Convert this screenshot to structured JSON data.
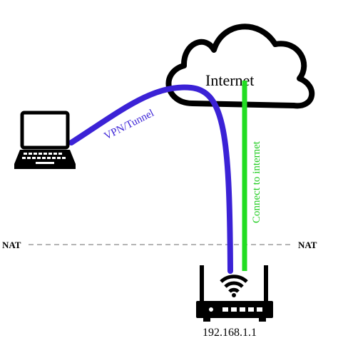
{
  "cloud": {
    "label": "Internet"
  },
  "links": {
    "vpn": {
      "label": "VPN/Tunnel",
      "color": "#3b22d6"
    },
    "internet": {
      "label": "Connect to internet",
      "color": "#22dd22"
    }
  },
  "nat": {
    "left_label": "NAT",
    "right_label": "NAT"
  },
  "router": {
    "ip": "192.168.1.1"
  },
  "icons": {
    "laptop": "laptop-icon",
    "router": "wifi-router-icon",
    "cloud": "cloud-icon"
  }
}
